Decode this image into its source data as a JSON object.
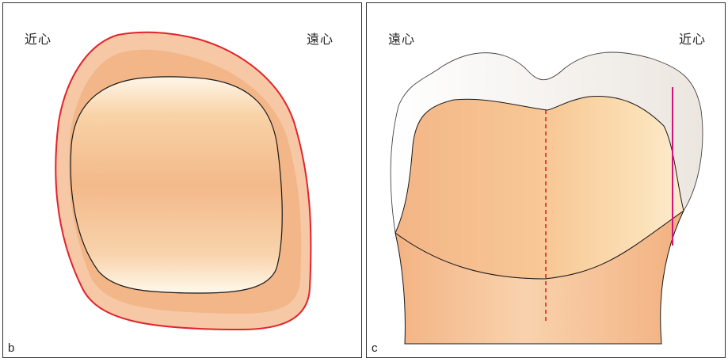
{
  "panels": [
    {
      "letter": "b",
      "left_label": "近心",
      "right_label": "遠心"
    },
    {
      "letter": "c",
      "left_label": "遠心",
      "right_label": "近心"
    }
  ],
  "colors": {
    "outline": "#1a1a1a",
    "margin_line": "#e2232b",
    "axis_line": "#e2232b",
    "reference_line": "#d4147a",
    "tooth_outer": "#f6c8a5",
    "tooth_ring": "#f1b585",
    "tooth_light": "#fff6e8",
    "enamel": "#f4f1ee"
  }
}
